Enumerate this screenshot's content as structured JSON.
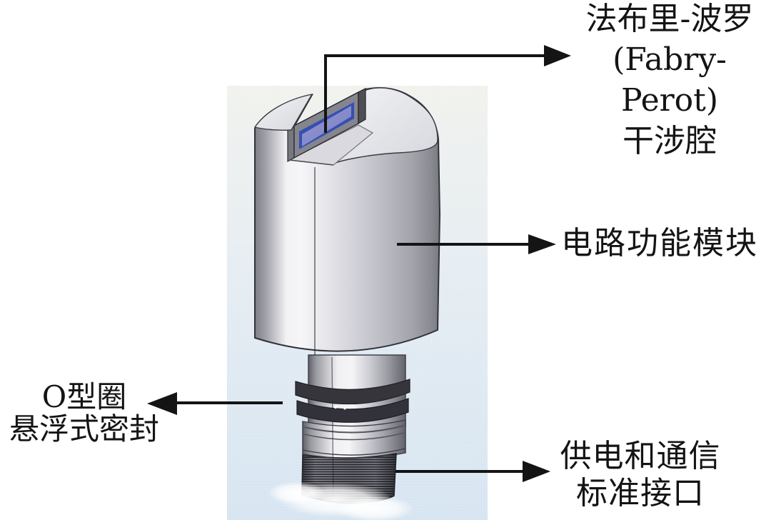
{
  "figure": {
    "labels": {
      "fabry_perot": {
        "line1": "法布里-波罗",
        "line2": "(Fabry-Perot)",
        "line3": "干涉腔"
      },
      "circuit": {
        "text": "电路功能模块"
      },
      "oring": {
        "line1": "O型圈",
        "line2": "悬浮式密封"
      },
      "power": {
        "line1": "供电和通信",
        "line2": "标准接口"
      }
    },
    "colors": {
      "page_background": "#ffffff",
      "backdrop_panel_top": "#f1f2ee",
      "backdrop_panel_bottom": "#d7e5f1",
      "cavity_window_fill": "#868acb",
      "cavity_window_border": "#3550b2",
      "metal_highlight": "#f6f6f8",
      "metal_shadow": "#7b7b84",
      "oring_color": "#35353b",
      "annotation_color": "#141414"
    }
  }
}
